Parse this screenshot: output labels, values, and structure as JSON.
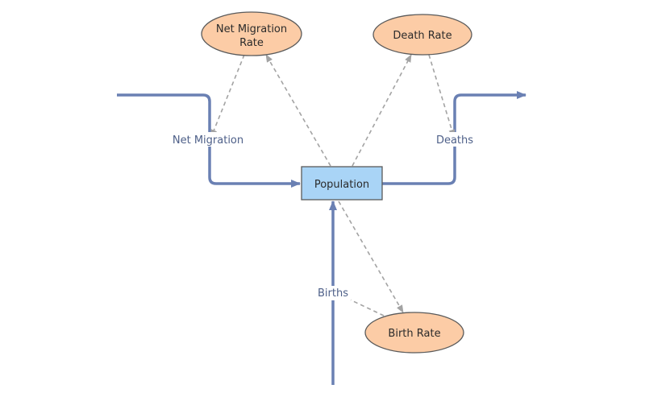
{
  "diagram": {
    "stock": {
      "label": "Population"
    },
    "variables": {
      "net_migration_rate": {
        "line1": "Net Migration",
        "line2": "Rate"
      },
      "death_rate": {
        "label": "Death Rate"
      },
      "birth_rate": {
        "label": "Birth Rate"
      }
    },
    "flows": {
      "net_migration": {
        "label": "Net Migration"
      },
      "deaths": {
        "label": "Deaths"
      },
      "births": {
        "label": "Births"
      }
    }
  },
  "colors": {
    "flow": "#6a80b3",
    "link": "#a3a3a3",
    "variable_fill": "#fccca6",
    "stock_fill": "#a9d4f6",
    "flow_label": "#4d5f88"
  }
}
